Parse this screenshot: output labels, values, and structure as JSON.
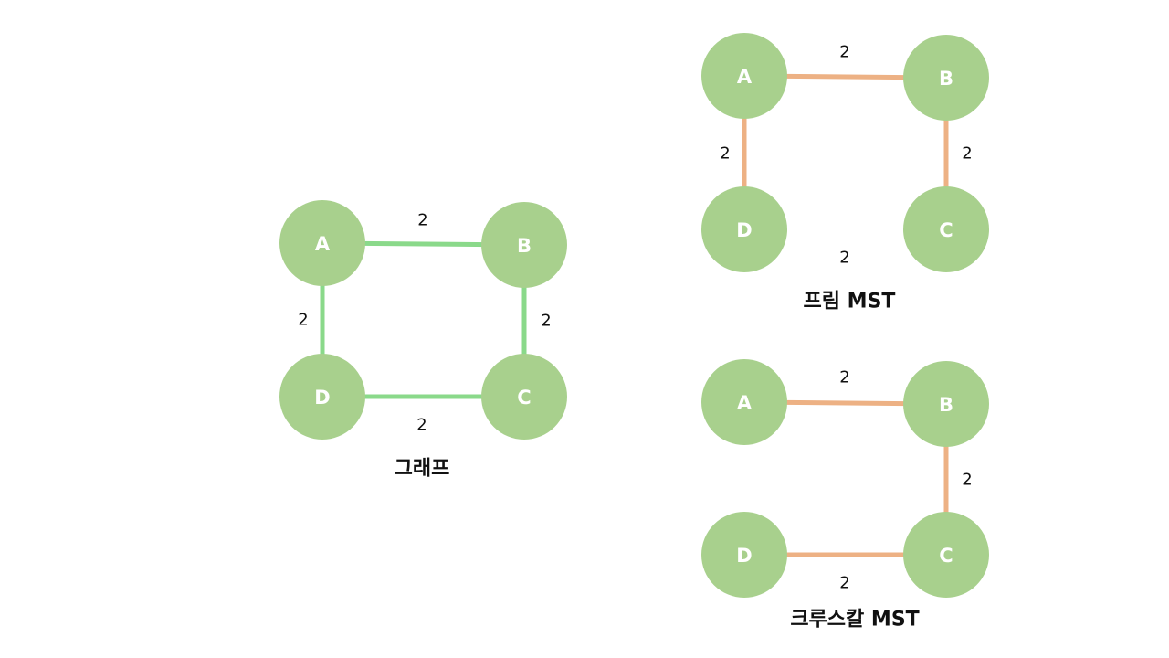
{
  "colors": {
    "node_fill": "#a8d08d",
    "node_text": "#ffffff",
    "graph_edge": "#8ad98a",
    "mst_edge": "#edb184",
    "text": "#111111"
  },
  "graphs": [
    {
      "id": "graph",
      "caption": "그래프",
      "edge_style": "graph_edge",
      "nodes": [
        {
          "id": "A",
          "label": "A"
        },
        {
          "id": "B",
          "label": "B"
        },
        {
          "id": "C",
          "label": "C"
        },
        {
          "id": "D",
          "label": "D"
        }
      ],
      "edges": [
        {
          "from": "A",
          "to": "B",
          "weight": "2",
          "drawn": true
        },
        {
          "from": "B",
          "to": "C",
          "weight": "2",
          "drawn": true
        },
        {
          "from": "A",
          "to": "D",
          "weight": "2",
          "drawn": true
        },
        {
          "from": "D",
          "to": "C",
          "weight": "2",
          "drawn": true
        }
      ]
    },
    {
      "id": "prim",
      "caption": "프림 MST",
      "edge_style": "mst_edge",
      "nodes": [
        {
          "id": "A",
          "label": "A"
        },
        {
          "id": "B",
          "label": "B"
        },
        {
          "id": "C",
          "label": "C"
        },
        {
          "id": "D",
          "label": "D"
        }
      ],
      "edges": [
        {
          "from": "A",
          "to": "B",
          "weight": "2",
          "drawn": true
        },
        {
          "from": "B",
          "to": "C",
          "weight": "2",
          "drawn": true
        },
        {
          "from": "A",
          "to": "D",
          "weight": "2",
          "drawn": true
        },
        {
          "from": "D",
          "to": "C",
          "weight": "2",
          "drawn": false
        }
      ]
    },
    {
      "id": "kruskal",
      "caption": "크루스칼 MST",
      "edge_style": "mst_edge",
      "nodes": [
        {
          "id": "A",
          "label": "A"
        },
        {
          "id": "B",
          "label": "B"
        },
        {
          "id": "C",
          "label": "C"
        },
        {
          "id": "D",
          "label": "D"
        }
      ],
      "edges": [
        {
          "from": "A",
          "to": "B",
          "weight": "2",
          "drawn": true
        },
        {
          "from": "B",
          "to": "C",
          "weight": "2",
          "drawn": true
        },
        {
          "from": "D",
          "to": "C",
          "weight": "2",
          "drawn": true
        }
      ]
    }
  ]
}
